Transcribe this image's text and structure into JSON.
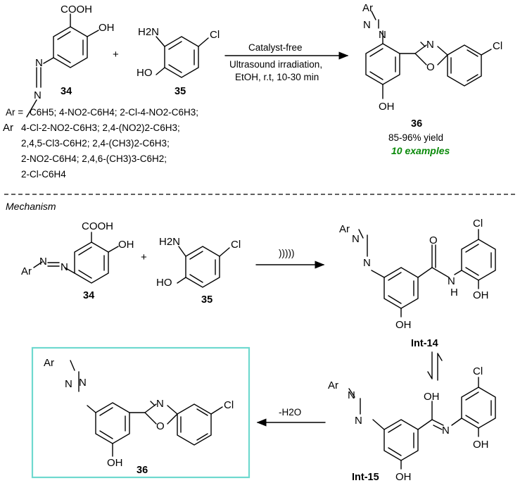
{
  "atoms": {
    "cooh": "COOH",
    "oh": "OH",
    "h2n": "H2N",
    "ho": "HO",
    "cl": "Cl",
    "n": "N",
    "o": "O",
    "h": "H",
    "ar": "Ar"
  },
  "compounds": {
    "c34": "34",
    "c35": "35",
    "c36": "36",
    "int14": "Int-14",
    "int15": "Int-15"
  },
  "conditions": {
    "line1": "Catalyst-free",
    "line2": "Ultrasound irradiation,",
    "line3": "EtOH, r.t, 10-30 min",
    "yield": "85-96% yield",
    "examples": "10 examples",
    "ultrasound": ")))))",
    "water": "-H2O",
    "plus": "+"
  },
  "substituents": {
    "prefix": "Ar =",
    "line1": "C6H5; 4-NO2-C6H4; 2-Cl-4-NO2-C6H3;",
    "line2": "4-Cl-2-NO2-C6H3; 2,4-(NO2)2-C6H3;",
    "line3": "2,4,5-Cl3-C6H2; 2,4-(CH3)2-C6H3;",
    "line4": "2-NO2-C6H4; 2,4,6-(CH3)3-C6H2;",
    "line5": "2-Cl-C6H4"
  },
  "mechanism": {
    "heading": "Mechanism"
  },
  "colors": {
    "highlight_box": "#6fd9cf",
    "examples": "#0a8a0a"
  }
}
